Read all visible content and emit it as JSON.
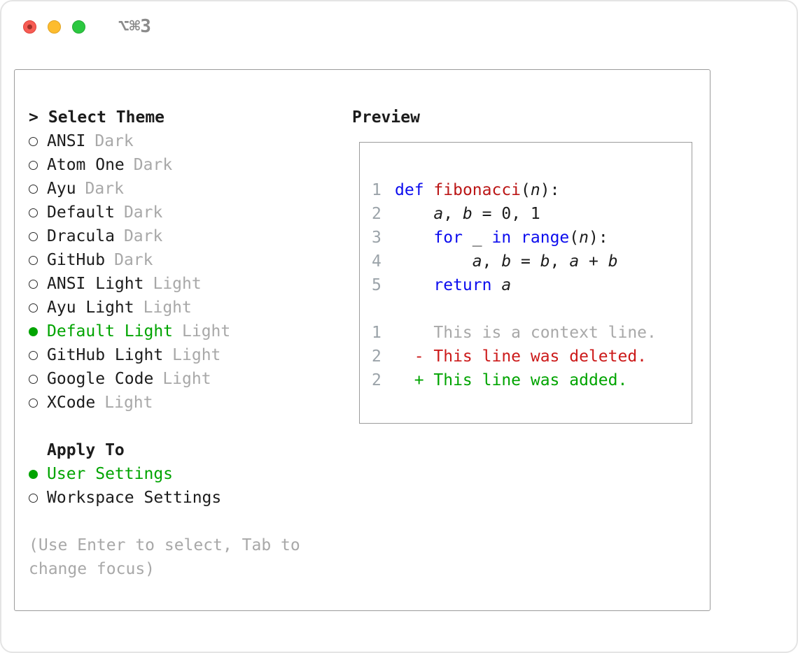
{
  "colors": {
    "accent_green": "#00a400",
    "keyword_blue": "#0c0cee",
    "function_red": "#bb1616",
    "deleted_red": "#cc1a1a",
    "added_green": "#00a400",
    "muted_gray": "#a8a8a8",
    "line_number_gray": "#9ba3a9",
    "text_black": "#1c1c1c",
    "border_gray": "#9b9b9b"
  },
  "window": {
    "title": "⌥⌘3"
  },
  "theme_selector": {
    "prompt": ">",
    "title": "Select Theme",
    "items": [
      {
        "name": "ANSI",
        "variant": "Dark",
        "selected": false
      },
      {
        "name": "Atom One",
        "variant": "Dark",
        "selected": false
      },
      {
        "name": "Ayu",
        "variant": "Dark",
        "selected": false
      },
      {
        "name": "Default",
        "variant": "Dark",
        "selected": false
      },
      {
        "name": "Dracula",
        "variant": "Dark",
        "selected": false
      },
      {
        "name": "GitHub",
        "variant": "Dark",
        "selected": false
      },
      {
        "name": "ANSI Light",
        "variant": "Light",
        "selected": false
      },
      {
        "name": "Ayu Light",
        "variant": "Light",
        "selected": false
      },
      {
        "name": "Default Light",
        "variant": "Light",
        "selected": true
      },
      {
        "name": "GitHub Light",
        "variant": "Light",
        "selected": false
      },
      {
        "name": "Google Code",
        "variant": "Light",
        "selected": false
      },
      {
        "name": "XCode",
        "variant": "Light",
        "selected": false
      }
    ]
  },
  "apply_to": {
    "title": "Apply To",
    "options": [
      {
        "label": "User Settings",
        "selected": true
      },
      {
        "label": "Workspace Settings",
        "selected": false
      }
    ]
  },
  "hint": "(Use Enter to select, Tab to change focus)",
  "preview": {
    "title": "Preview",
    "lines": [
      {
        "num": "1",
        "tokens": [
          {
            "text": "def",
            "style": "kw"
          },
          {
            "text": " "
          },
          {
            "text": "fibonacci",
            "style": "fn"
          },
          {
            "text": "("
          },
          {
            "text": "n",
            "style": "var"
          },
          {
            "text": "):"
          }
        ]
      },
      {
        "num": "2",
        "tokens": [
          {
            "text": "    "
          },
          {
            "text": "a",
            "style": "var"
          },
          {
            "text": ", "
          },
          {
            "text": "b",
            "style": "var"
          },
          {
            "text": " = 0, 1"
          }
        ]
      },
      {
        "num": "3",
        "tokens": [
          {
            "text": "    "
          },
          {
            "text": "for",
            "style": "kw"
          },
          {
            "text": " _ "
          },
          {
            "text": "in",
            "style": "kw"
          },
          {
            "text": " "
          },
          {
            "text": "range",
            "style": "kw"
          },
          {
            "text": "("
          },
          {
            "text": "n",
            "style": "var"
          },
          {
            "text": "):"
          }
        ]
      },
      {
        "num": "4",
        "tokens": [
          {
            "text": "        "
          },
          {
            "text": "a",
            "style": "var"
          },
          {
            "text": ", "
          },
          {
            "text": "b",
            "style": "var"
          },
          {
            "text": " = "
          },
          {
            "text": "b",
            "style": "var"
          },
          {
            "text": ", "
          },
          {
            "text": "a",
            "style": "var"
          },
          {
            "text": " + "
          },
          {
            "text": "b",
            "style": "var"
          }
        ]
      },
      {
        "num": "5",
        "tokens": [
          {
            "text": "    "
          },
          {
            "text": "return",
            "style": "kw"
          },
          {
            "text": " "
          },
          {
            "text": "a",
            "style": "var"
          }
        ]
      },
      {
        "num": "",
        "tokens": []
      },
      {
        "num": "1",
        "tokens": [
          {
            "text": "    This is a context line.",
            "style": "ctx"
          }
        ]
      },
      {
        "num": "2",
        "tokens": [
          {
            "text": "  - This line was deleted.",
            "style": "del"
          }
        ]
      },
      {
        "num": "2",
        "tokens": [
          {
            "text": "  + This line was added.",
            "style": "add"
          }
        ]
      }
    ]
  }
}
